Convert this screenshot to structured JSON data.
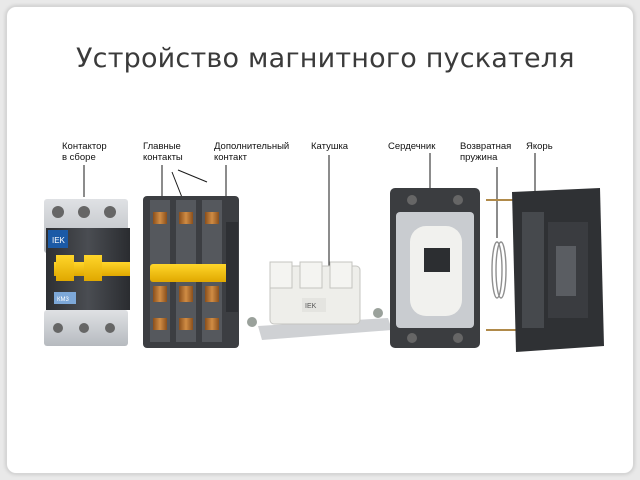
{
  "title": "Устройство магнитного пускателя",
  "labels": {
    "assembled_contactor": [
      "Контактор",
      "в сборе"
    ],
    "main_contacts": [
      "Главные",
      "контакты"
    ],
    "aux_contact": [
      "Дополнительный",
      "контакт"
    ],
    "coil": "Катушка",
    "core": "Сердечник",
    "return_spring": [
      "Возвратная",
      "пружина"
    ],
    "armature": "Якорь"
  },
  "device_marks": {
    "brand": "IEK",
    "face_code": "КМ3",
    "coil_brand": "IEK"
  },
  "colors": {
    "body_dark": "#3b3d40",
    "body_light": "#c9ccd0",
    "contact_yellow": "#f2c40f",
    "copper": "#b7752f",
    "coil_white": "#eeeeea"
  }
}
